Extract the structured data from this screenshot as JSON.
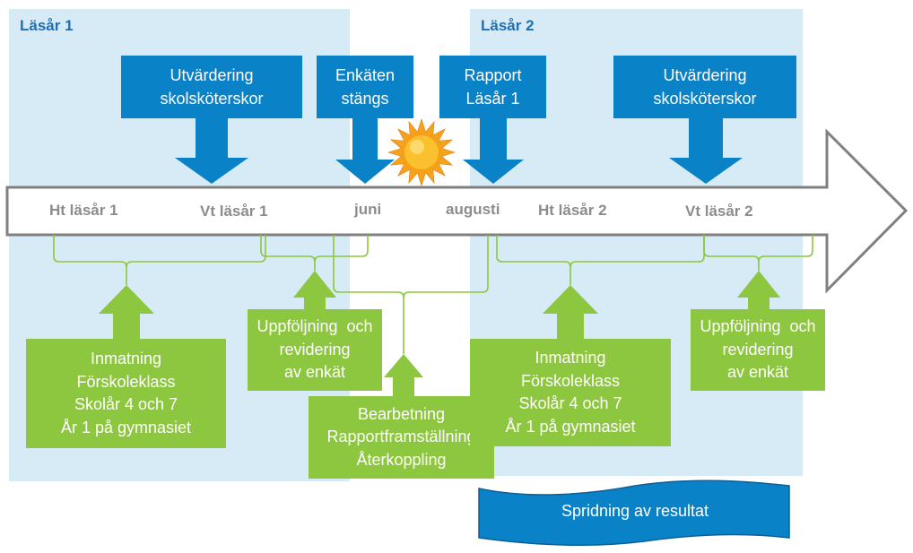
{
  "colors": {
    "panel": "#d6ebf6",
    "blue": "#0a82c8",
    "green": "#8dc63f",
    "timeline_text": "#8c8c8c",
    "year_text": "#1f6fb5",
    "sun": "#f7a21b"
  },
  "years": {
    "year1": "Läsår 1",
    "year2": "Läsår 2"
  },
  "events": {
    "utv1": [
      "Utvärdering",
      "skolsköterskor"
    ],
    "enkat": [
      "Enkäten",
      "stängs"
    ],
    "rapport": [
      "Rapport",
      "Läsår 1"
    ],
    "utv2": [
      "Utvärdering",
      "skolsköterskor"
    ]
  },
  "timeline": {
    "ht1": "Ht läsår 1",
    "vt1": "Vt läsår 1",
    "juni": "juni",
    "augusti": "augusti",
    "ht2": "Ht läsår 2",
    "vt2": "Vt läsår 2"
  },
  "tasks": {
    "inmatning1": [
      "Inmatning",
      "Förskoleklass",
      "Skolår 4 och 7",
      "År 1 på gymnasiet"
    ],
    "uppfoljning1": [
      "Uppföljning  och",
      "revidering",
      "av enkät"
    ],
    "bearbetning": [
      "Bearbetning",
      "Rapportframställning",
      "Återkoppling"
    ],
    "inmatning2": [
      "Inmatning",
      "Förskoleklass",
      "Skolår 4 och 7",
      "År 1 på gymnasiet"
    ],
    "uppfoljning2": [
      "Uppföljning  och",
      "revidering",
      "av enkät"
    ]
  },
  "banner": "Spridning av resultat",
  "icons": {
    "sun": "sun-icon"
  }
}
